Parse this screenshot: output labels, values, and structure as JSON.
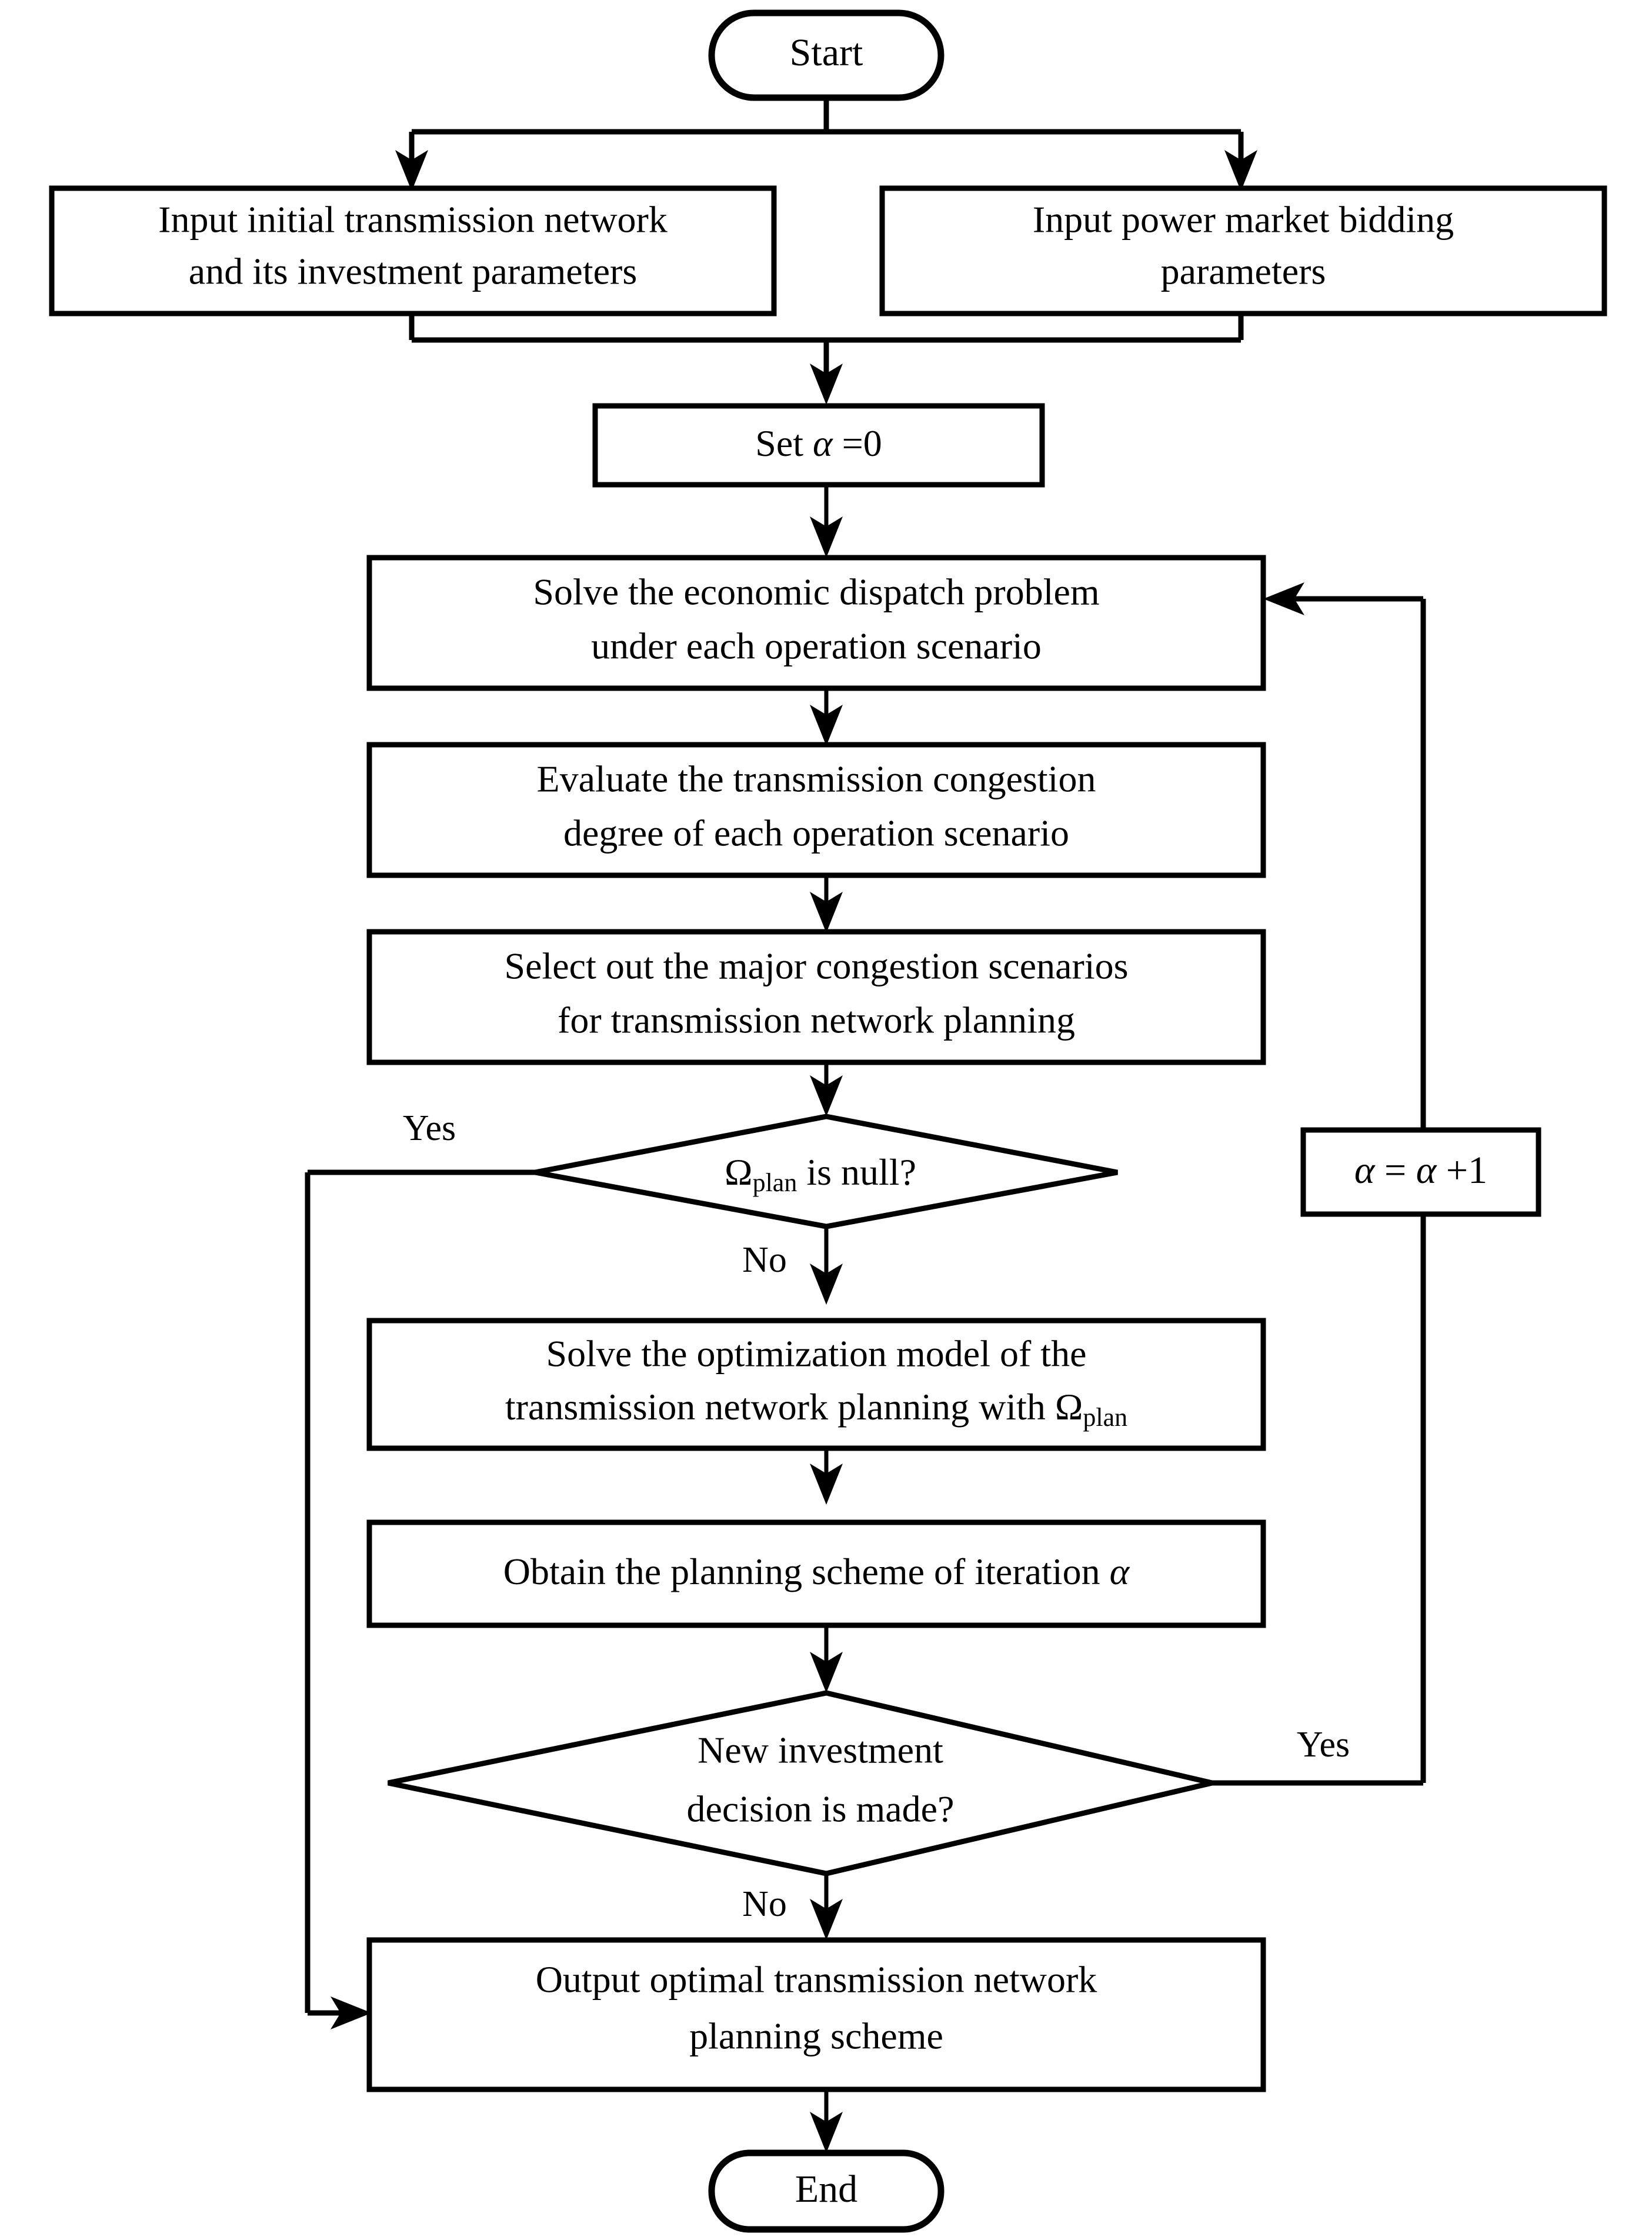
{
  "diagram": {
    "title": "Transmission network planning flowchart",
    "colors": {
      "stroke": "#000000",
      "fill": "#ffffff",
      "text": "#000000"
    },
    "nodes": {
      "start": {
        "label": "Start",
        "type": "terminator"
      },
      "input_network": {
        "line1": "Input initial transmission network",
        "line2": "and its investment parameters",
        "type": "process"
      },
      "input_market": {
        "line1": "Input power market bidding",
        "line2": "parameters",
        "type": "process"
      },
      "set_alpha": {
        "prefix": "Set ",
        "symbol": "α",
        "suffix": " =0",
        "type": "process"
      },
      "solve_dispatch": {
        "line1": "Solve the economic dispatch problem",
        "line2": "under each operation scenario",
        "type": "process"
      },
      "evaluate_congestion": {
        "line1": "Evaluate the transmission congestion",
        "line2": "degree of each operation scenario",
        "type": "process"
      },
      "select_scenarios": {
        "line1": "Select out the major congestion scenarios",
        "line2": "for transmission network planning",
        "type": "process"
      },
      "omega_null": {
        "symbol": "Ω",
        "subscript": "plan",
        "suffix": " is null?",
        "type": "decision"
      },
      "increment_alpha": {
        "symbol_a": "α",
        "equals": " = ",
        "symbol_b": "α",
        "plus": " +1",
        "type": "process"
      },
      "solve_optimization": {
        "line1": "Solve the optimization model of the",
        "line2_prefix": "transmission network planning with ",
        "line2_symbol": "Ω",
        "line2_subscript": "plan",
        "type": "process"
      },
      "obtain_scheme": {
        "prefix": "Obtain the planning scheme of iteration  ",
        "symbol": "α",
        "type": "process"
      },
      "new_investment": {
        "line1": "New investment",
        "line2": "decision is made?",
        "type": "decision"
      },
      "output_scheme": {
        "line1": "Output optimal transmission network",
        "line2": "planning scheme",
        "type": "process"
      },
      "end": {
        "label": "End",
        "type": "terminator"
      }
    },
    "edge_labels": {
      "omega_yes": "Yes",
      "omega_no": "No",
      "investment_yes": "Yes",
      "investment_no": "No"
    }
  }
}
